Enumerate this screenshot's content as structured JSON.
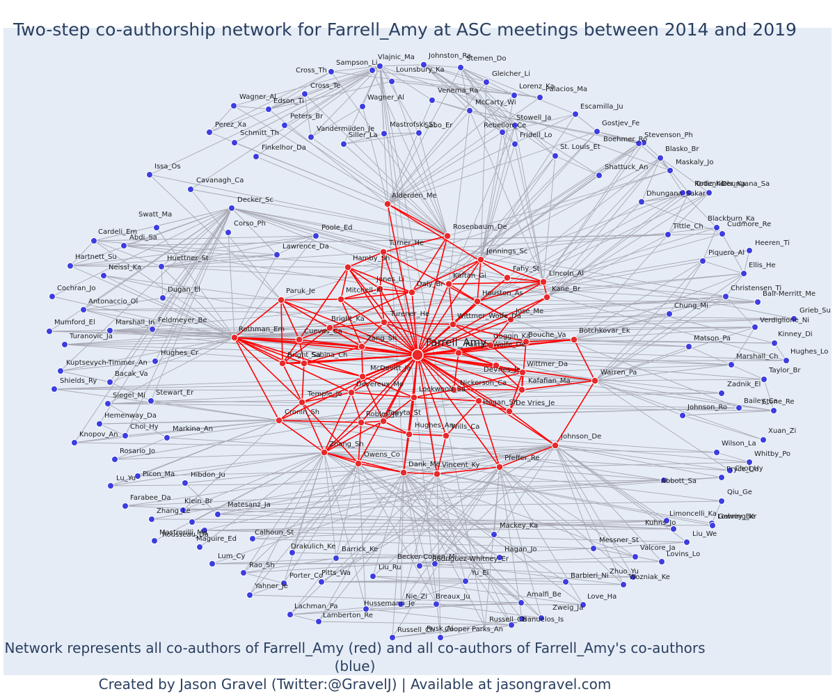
{
  "title": "Two-step co-authorship network for Farrell_Amy at ASC meetings between 2014 and 2019",
  "caption_line1": "Network represents all co-authors of Farrell_Amy (red) and all co-authors of Farrell_Amy's co-authors (blue)",
  "caption_line2": "Created by Jason Gravel (Twitter:@GravelJ) | Available at jasongravel.com",
  "colors": {
    "background": "#e5ecf6",
    "coauthor": "#e8292b",
    "second_step": "#3d3de0",
    "edge_red": "#ff0000",
    "edge_grey": "#a8a8b4",
    "text": "#2a3f5f"
  },
  "center": {
    "name": "Farrell_Amy"
  },
  "coauthors": [
    "Alderden_Me",
    "Rosenbaum_De",
    "Turner_He",
    "Hamby_Sh",
    "Jennings_Sc",
    "Fahy_St",
    "Lincoln_Al",
    "Kaftan_Gi",
    "Daly_Br",
    "Jones_Li",
    "Mitchell_Ki",
    "Paruk_Je",
    "Kane_Br",
    "Houston_As",
    "Jose_Me",
    "Turener_He",
    "Bright_Ka",
    "Wittmer_Wolfe_Da",
    "Rothman_Em",
    "Cuevas_Ca",
    "Zang_Sh",
    "Goggin_Ka",
    "Bouche_Va",
    "Botchkovar_Ek",
    "Palmer_Wolfe_De",
    "Bright_Sa",
    "Sabina_Ch",
    "DeVries_Je",
    "Wittmer_Da",
    "McDevitt_Ja",
    "Devereux_Mo",
    "Nickerson_Ca",
    "Kafafian_Ma",
    "Warren_Pa",
    "Lockwood_Sa",
    "Temple_Je",
    "Hogan_Sh",
    "De Vries_Je",
    "Cronin_Sh",
    "Robles_Je",
    "Teeyta_St",
    "Hughes_An",
    "Wills_Ca",
    "Zhang_Sh",
    "Johnson_De",
    "Owens_Co",
    "Dank_Me",
    "Vincent_Ky",
    "Pfeffer_Re"
  ],
  "second_step": [
    "Vlajnic_Ma",
    "Johnston_Ra",
    "Stemen_Do",
    "Sampson_Li",
    "Cross_Th",
    "Lounsbury_Ka",
    "Gleicher_Li",
    "Cross_Te",
    "Lorenz_Ka",
    "Palacios_Ma",
    "Wagner_Al",
    "Venema_Ra",
    "Edson_Ti",
    "Wagner_Al",
    "McCarty_Wi",
    "Escamilla_Ju",
    "Perez_Xa",
    "Peters_Br",
    "Stowell_Ja",
    "Mastrofski_St",
    "Sabo_Er",
    "Rebellon_Ce",
    "Gostjev_Fe",
    "Schmitt_Th",
    "Vandermiiden_Je",
    "Siller_La",
    "Fridell_Lo",
    "Stevenson_Ph",
    "Boehmer_Ro",
    "St. Louis_Et",
    "Finkelhor_Da",
    "Blasko_Br",
    "Shattuck_An",
    "Maskaly_Jo",
    "Issa_Os",
    "Cavanagh_Ca",
    "Rodenhizer_Ka",
    "Dhungana_Sa",
    "Ortiz_Ko",
    "Dhungana_Sakar",
    "Decker_Sc",
    "Swatt_Ma",
    "Blackburn_Ka",
    "Corso_Ph",
    "Tittle_Ch",
    "Cudmore_Re",
    "Cardeli_Em",
    "Abdi_Sa",
    "Poole_Ed",
    "Heeren_Ti",
    "Lawrence_Da",
    "Piquero_Al",
    "Hartnett_Su",
    "Ellis_He",
    "Huettner_St",
    "Neissl_Ka",
    "Dugan_El",
    "Christensen_Ti",
    "Bair-Merritt_Me",
    "Cochran_Jo",
    "Antonaccio_Ol",
    "Chung_Mi",
    "Grieb_Su",
    "Marshall_In",
    "Feldmeyer_Be",
    "Verdiglione_Ni",
    "Mumford_El",
    "Turanovic_Ja",
    "Kinney_Di",
    "Matson_Pa",
    "Hughes_Lo",
    "Marshall_Ch",
    "Hughes_Cr",
    "Kuptsevych-Timmer_An",
    "Taylor_Br",
    "Bacak_Va",
    "Shields_Ry",
    "Zadnik_El",
    "Stone_Re",
    "Stewart_Er",
    "Siegel_Mi",
    "Bailey_Ca",
    "Hemenway_Da",
    "Johnson_Ro",
    "Choi_Hy",
    "Markina_An",
    "Knopov_An",
    "Xuan_Zi",
    "Wilson_La",
    "Rosario_Jo",
    "Whitby_Po",
    "Choi_Hy",
    "Picon_Ma",
    "Pryce_Da",
    "Lu_Yu",
    "Hibdon_Ju",
    "Abbott_Sa",
    "Farabee_Da",
    "Klein_Br",
    "Matesanz_Ja",
    "Qiu_Ge",
    "Zhang_Le",
    "Lowrey_Be",
    "Limoncelli_Ka",
    "Gehring_Kr",
    "Kuhns_Jo",
    "Rousseau_Da",
    "Maguire_Ed",
    "Mastrorilli_Ma",
    "Calhoun_St",
    "Liu_We",
    "Mackey_Ka",
    "Drakulich_Ke",
    "Messner_St",
    "Hagan_Jo",
    "Valcore_Ja",
    "Lovins_Lo",
    "Lum_Cy",
    "Barrick_Ke",
    "Becker-Cohen_Mi",
    "Rodriguez-Whitney_Er",
    "Rao_Sh",
    "Zhuo_Yu",
    "Barbieri_Ni",
    "Wozniak_Ke",
    "Porter_Co",
    "Pitts_Wa",
    "Liu_Ru",
    "Yu_El",
    "Yahner_Je",
    "Love_Ha",
    "Amalfi_Be",
    "Nie_Zi",
    "Breaux_Ju",
    "Lachman_Pa",
    "Hussemann_Je",
    "Zweig_Ja",
    "Lamberton_Re",
    "Banuelos_Is",
    "Russell_Ch",
    "Russell_Ch",
    "Cooper Parks_An",
    "Rusk_Al"
  ]
}
